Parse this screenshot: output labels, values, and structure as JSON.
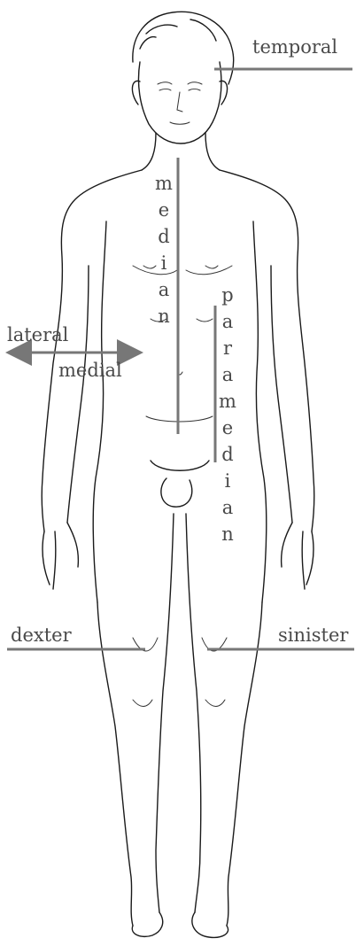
{
  "labels": {
    "temporal": "temporal",
    "median": "median",
    "paramedian": "paramedian",
    "lateral": "lateral",
    "medial": "medial",
    "dexter": "dexter",
    "sinister": "sinister"
  },
  "colors": {
    "marker": "#777777",
    "label_text": "#4a4a4a",
    "outline": "#1a1a1a"
  }
}
